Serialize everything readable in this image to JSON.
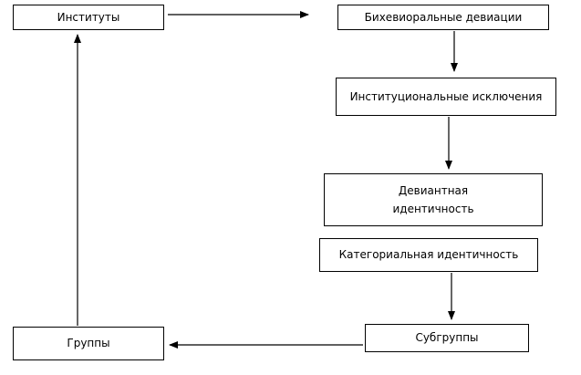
{
  "diagram": {
    "title": "",
    "type": "flowchart",
    "colors": {
      "background": "#ffffff",
      "border": "#000000",
      "text": "#000000",
      "arrow": "#000000"
    },
    "nodes": {
      "institutes": {
        "label": "Институты"
      },
      "behavioral_deviations": {
        "label": "Бихевиоральные девиации"
      },
      "institutional_exclusions": {
        "label": "Институциональные исключения"
      },
      "deviant_identity": {
        "label_line1": "Девиантная",
        "label_line2": "идентичность"
      },
      "categorical_identity": {
        "label": "Категориальная идентичность"
      },
      "subgroups": {
        "label": "Субгруппы"
      },
      "groups": {
        "label": "Группы"
      }
    },
    "edges": [
      {
        "from": "institutes",
        "to": "behavioral_deviations"
      },
      {
        "from": "behavioral_deviations",
        "to": "institutional_exclusions"
      },
      {
        "from": "institutional_exclusions",
        "to": "deviant_identity"
      },
      {
        "from": "categorical_identity",
        "to": "subgroups"
      },
      {
        "from": "subgroups",
        "to": "groups"
      },
      {
        "from": "groups",
        "to": "institutes"
      }
    ]
  }
}
